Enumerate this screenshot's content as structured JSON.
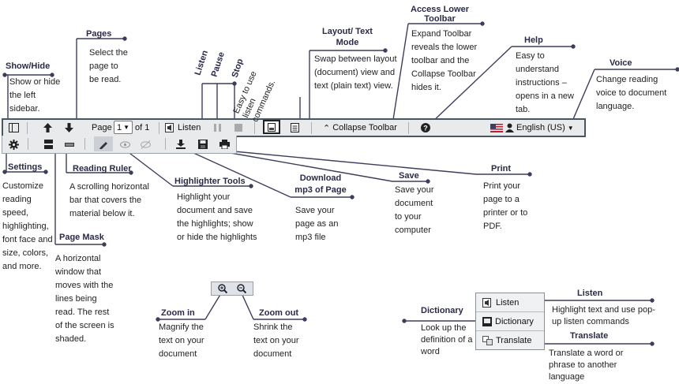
{
  "toolbar": {
    "page_label": "Page",
    "page_value": "1",
    "page_of": "of 1",
    "listen_label": "Listen",
    "collapse_label": "Collapse Toolbar",
    "language_label": "English (US)"
  },
  "callouts": {
    "show_hide": {
      "title": "Show/Hide",
      "desc": "Show or hide the left sidebar."
    },
    "pages": {
      "title": "Pages",
      "desc": "Select the page to be read."
    },
    "listen": {
      "title": "Listen"
    },
    "pause": {
      "title": "Pause"
    },
    "stop": {
      "title": "Stop"
    },
    "listen_note": {
      "desc": "Easy to use listen commands."
    },
    "layout": {
      "title": "Layout/ Text Mode",
      "desc": "Swap between layout (document) view and text (plain text) view."
    },
    "lower_toolbar": {
      "title": "Access Lower Toolbar",
      "desc": "Expand Toolbar reveals the lower toolbar and the Collapse Toolbar hides it."
    },
    "help": {
      "title": "Help",
      "desc": "Easy to understand instructions – opens in a new tab."
    },
    "voice": {
      "title": "Voice",
      "desc": "Change reading voice to document language."
    },
    "settings": {
      "title": "Settings",
      "desc": "Customize reading speed, highlighting, font face and size, colors, and more."
    },
    "reading_ruler": {
      "title": "Reading Ruler",
      "desc": "A scrolling horizontal bar that covers the material below it."
    },
    "page_mask": {
      "title": "Page Mask",
      "desc": "A horizontal window that moves with the lines being read. The rest of the screen is shaded."
    },
    "highlighter": {
      "title": "Highlighter Tools",
      "desc": "Highlight your document and save the highlights; show or hide the highlights"
    },
    "download": {
      "title": "Download mp3 of Page",
      "desc": "Save your page as an mp3 file"
    },
    "save": {
      "title": "Save",
      "desc": "Save your document to your computer"
    },
    "print": {
      "title": "Print",
      "desc": "Print your page to a printer or to PDF."
    },
    "zoom_in": {
      "title": "Zoom in",
      "desc": "Magnify the text on your document"
    },
    "zoom_out": {
      "title": "Zoom out",
      "desc": "Shrink the text on your document"
    },
    "dictionary": {
      "title": "Dictionary",
      "desc": "Look up the definition of a word"
    },
    "popup_listen": {
      "title": "Listen",
      "desc": "Highlight text and use pop-up listen commands"
    },
    "translate": {
      "title": "Translate",
      "desc": "Translate a word or phrase to another language"
    }
  },
  "popup": {
    "listen": "Listen",
    "dictionary": "Dictionary",
    "translate": "Translate"
  },
  "icons": [
    "sidebar-icon",
    "arrow-up-icon",
    "arrow-down-icon",
    "speaker-icon",
    "pause-icon",
    "stop-icon",
    "layout-icon",
    "text-mode-icon",
    "chevron-up-icon",
    "help-icon",
    "flag-icon",
    "voice-icon",
    "caret-down-icon",
    "gear-icon",
    "page-mask-icon",
    "reading-ruler-icon",
    "highlighter-icon",
    "eye-icon",
    "eye-slash-icon",
    "download-icon",
    "save-icon",
    "print-icon",
    "zoom-in-icon",
    "zoom-out-icon",
    "book-icon",
    "translate-icon"
  ]
}
